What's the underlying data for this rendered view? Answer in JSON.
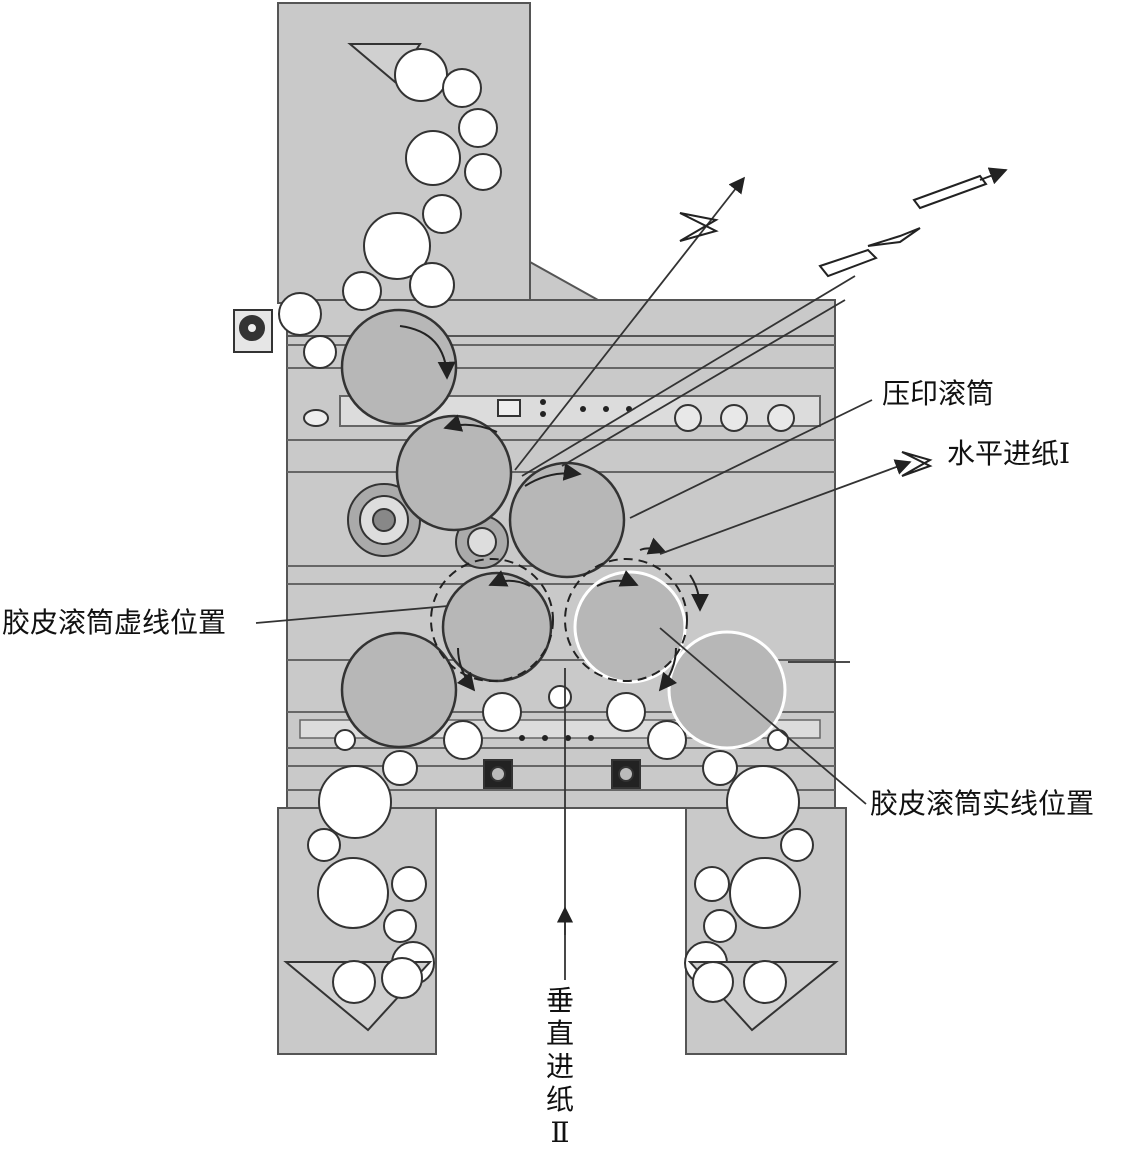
{
  "labels": {
    "impression_cylinder": "压印滚筒",
    "horizontal_feed": "水平进纸Ⅰ",
    "blanket_dashed": "胶皮滚筒虚线位置",
    "blanket_solid": "胶皮滚筒实线位置",
    "vertical_feed_chars": [
      "垂",
      "直",
      "进",
      "纸",
      "Ⅱ"
    ]
  },
  "colors": {
    "frame_fill": "#c9c9c9",
    "cylinder_fill": "#b7b7b7",
    "roller_fill": "#ffffff",
    "line": "#333333"
  }
}
